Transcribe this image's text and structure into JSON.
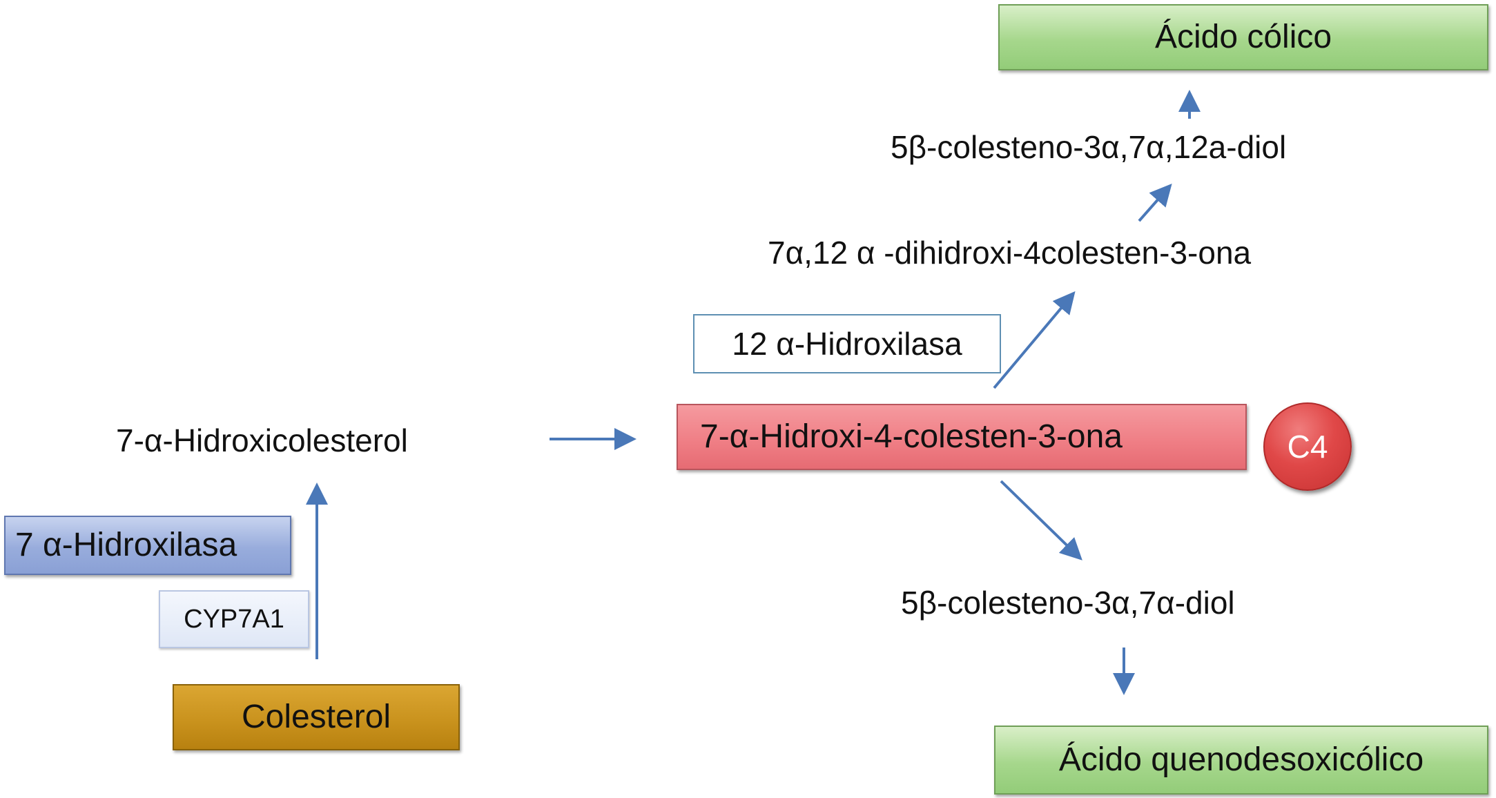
{
  "nodes": {
    "acido_colico": "Ácido cólico",
    "diol_12a": "5β-colesteno-3α,7α,12a-diol",
    "dihidroxi": "7α,12 α -dihidroxi-4colesten-3-ona",
    "hidroxilasa_12a": "12 α-Hidroxilasa",
    "c4_main": "7-α-Hidroxi-4-colesten-3-ona",
    "c4_badge": "C4",
    "hidroxicolesterol": "7-α-Hidroxicolesterol",
    "hidroxilasa_7a": "7 α-Hidroxilasa",
    "cyp7a1": "CYP7A1",
    "colesterol": "Colesterol",
    "diol_7a": "5β-colesteno-3α,7α-diol",
    "acido_quenodesoxicolico": "Ácido quenodesoxicólico"
  },
  "colors": {
    "arrow": "#4a78b8",
    "green_box": "#a6d78c",
    "gold_box": "#c8911c",
    "blue_box": "#98acdc",
    "red_box": "#ef7d84",
    "badge": "#e04848"
  }
}
